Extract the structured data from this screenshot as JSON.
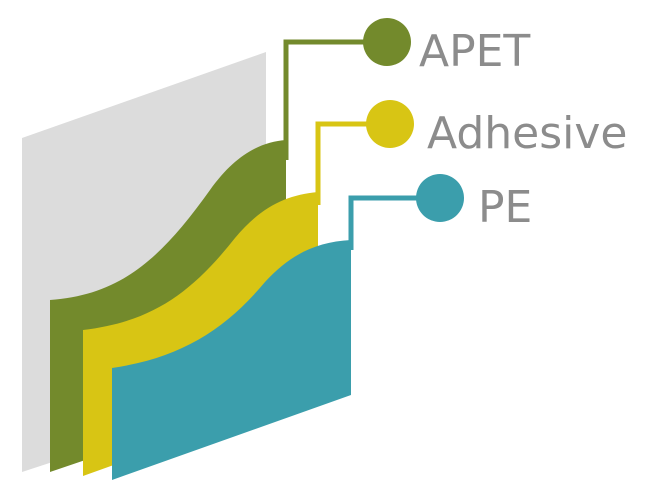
{
  "diagram": {
    "colors": {
      "backing": "#dcdcdc",
      "apet": "#738a2c",
      "adhesive": "#d8c514",
      "pe": "#3b9eac",
      "label_text": "#8c8c8c"
    },
    "layers": [
      {
        "id": "apet",
        "label": "APET"
      },
      {
        "id": "adhesive",
        "label": "Adhesive"
      },
      {
        "id": "pe",
        "label": "PE"
      }
    ]
  }
}
